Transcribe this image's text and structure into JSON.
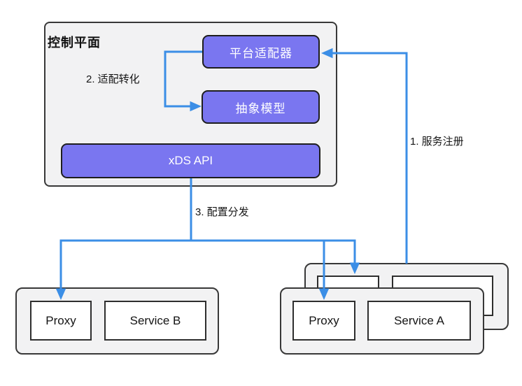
{
  "colors": {
    "node_fill": "#7A76F0",
    "arrow_blue": "#3B8EE6",
    "group_fill": "#F2F2F3",
    "border_dark": "#383838"
  },
  "control_plane": {
    "title": "控制平面",
    "nodes": {
      "platform_adapter": "平台适配器",
      "abstract_model": "抽象模型",
      "xds_api": "xDS API"
    }
  },
  "edges": {
    "step1_label": "1. 服务注册",
    "step2_label": "2. 适配转化",
    "step3_label": "3. 配置分发"
  },
  "service_b_group": {
    "proxy_label": "Proxy",
    "service_label": "Service B"
  },
  "service_a_group": {
    "proxy_label": "Proxy",
    "service_label": "Service A"
  }
}
